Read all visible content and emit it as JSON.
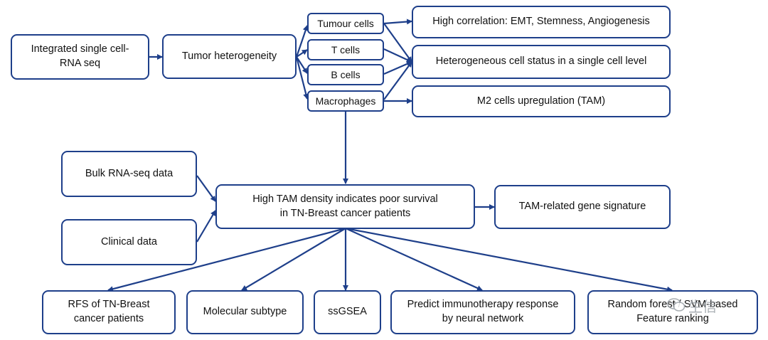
{
  "nodes": {
    "integrated": "Integrated single cell-\nRNA seq",
    "heterogeneity": "Tumor heterogeneity",
    "tumour_cells": "Tumour cells",
    "t_cells": "T cells",
    "b_cells": "B cells",
    "macrophages": "Macrophages",
    "high_corr": "High correlation: EMT, Stemness, Angiogenesis",
    "hetero_status": "Heterogeneous cell status in a single cell level",
    "m2": "M2 cells upregulation (TAM)",
    "bulk": "Bulk RNA-seq data",
    "clinical": "Clinical data",
    "tam_density": "High TAM density indicates poor survival\nin TN-Breast cancer patients",
    "signature": "TAM-related gene signature",
    "rfs": "RFS of TN-Breast\ncancer patients",
    "molecular": "Molecular subtype",
    "ssgsea": "ssGSEA",
    "immuno": "Predict immunotherapy response\nby neural network",
    "rf": "Random forest / SVM-based\nFeature ranking"
  },
  "watermark": "生信",
  "colors": {
    "line": "#1e3f8a",
    "text": "#111111"
  }
}
